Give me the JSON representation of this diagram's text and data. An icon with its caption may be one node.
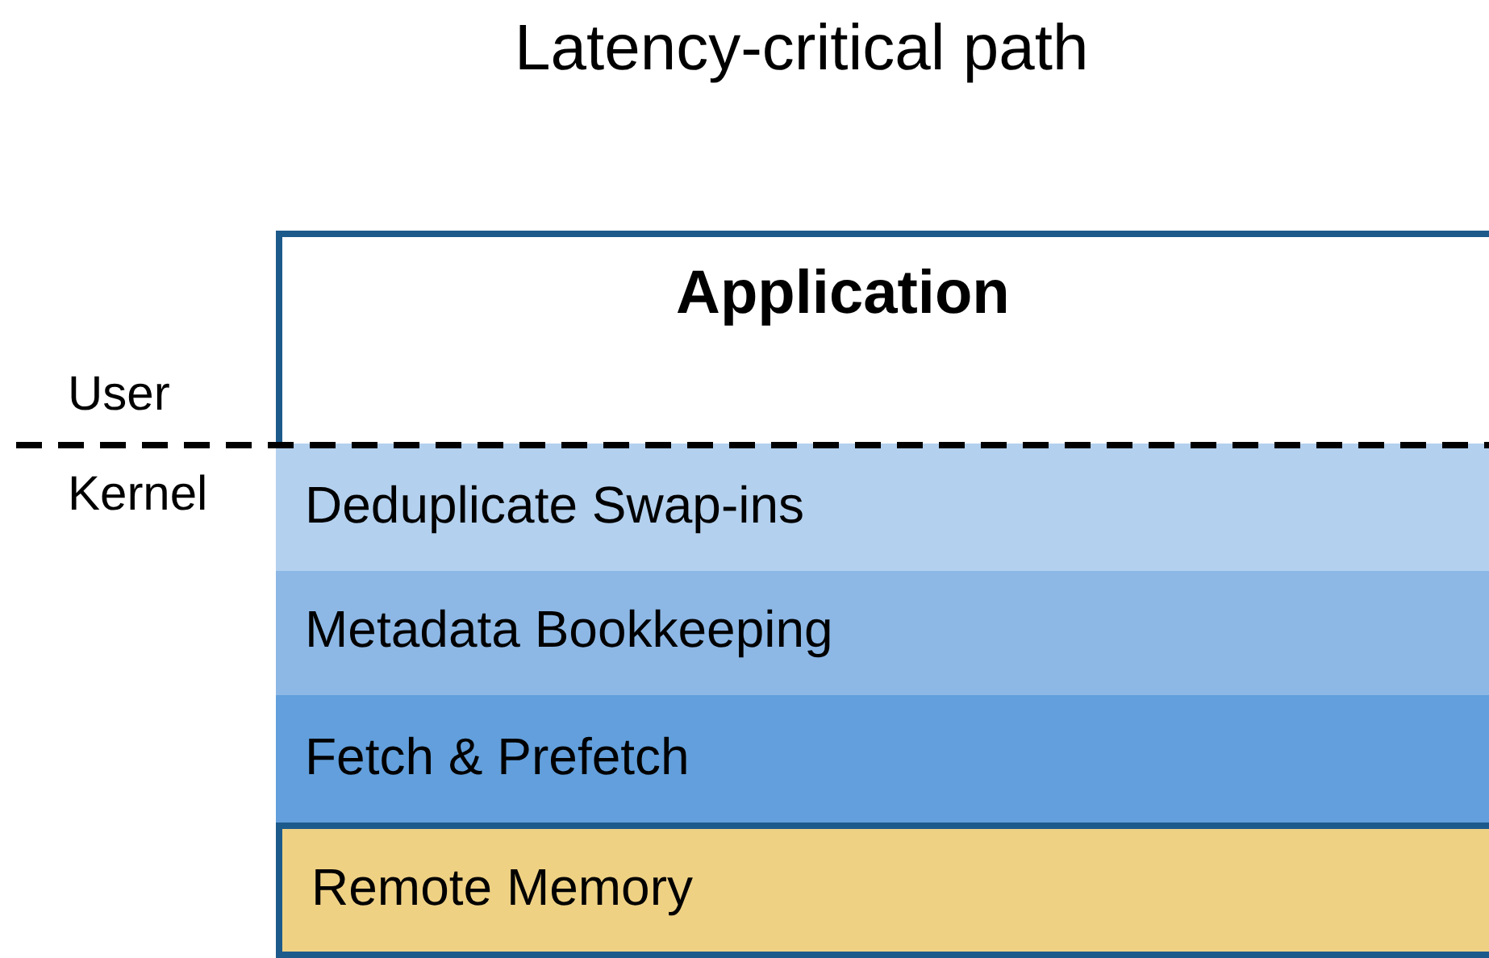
{
  "diagram": {
    "title": "Latency-critical path",
    "nodes": [
      {
        "text": [
          "Application"
        ]
      },
      {
        "text": [
          "Deduplicate Swap-ins"
        ],
        "in": 0
      },
      {
        "text": [
          "Metadata Bookkeeping"
        ],
        "in": 0
      },
      {
        "text": [
          "Fetch & Prefetch"
        ],
        "in": 0
      },
      {
        "text": [
          "Remote Memory"
        ],
        "in": 0
      }
    ],
    "edges": [],
    "labels": [
      "User",
      "Kernel"
    ]
  }
}
